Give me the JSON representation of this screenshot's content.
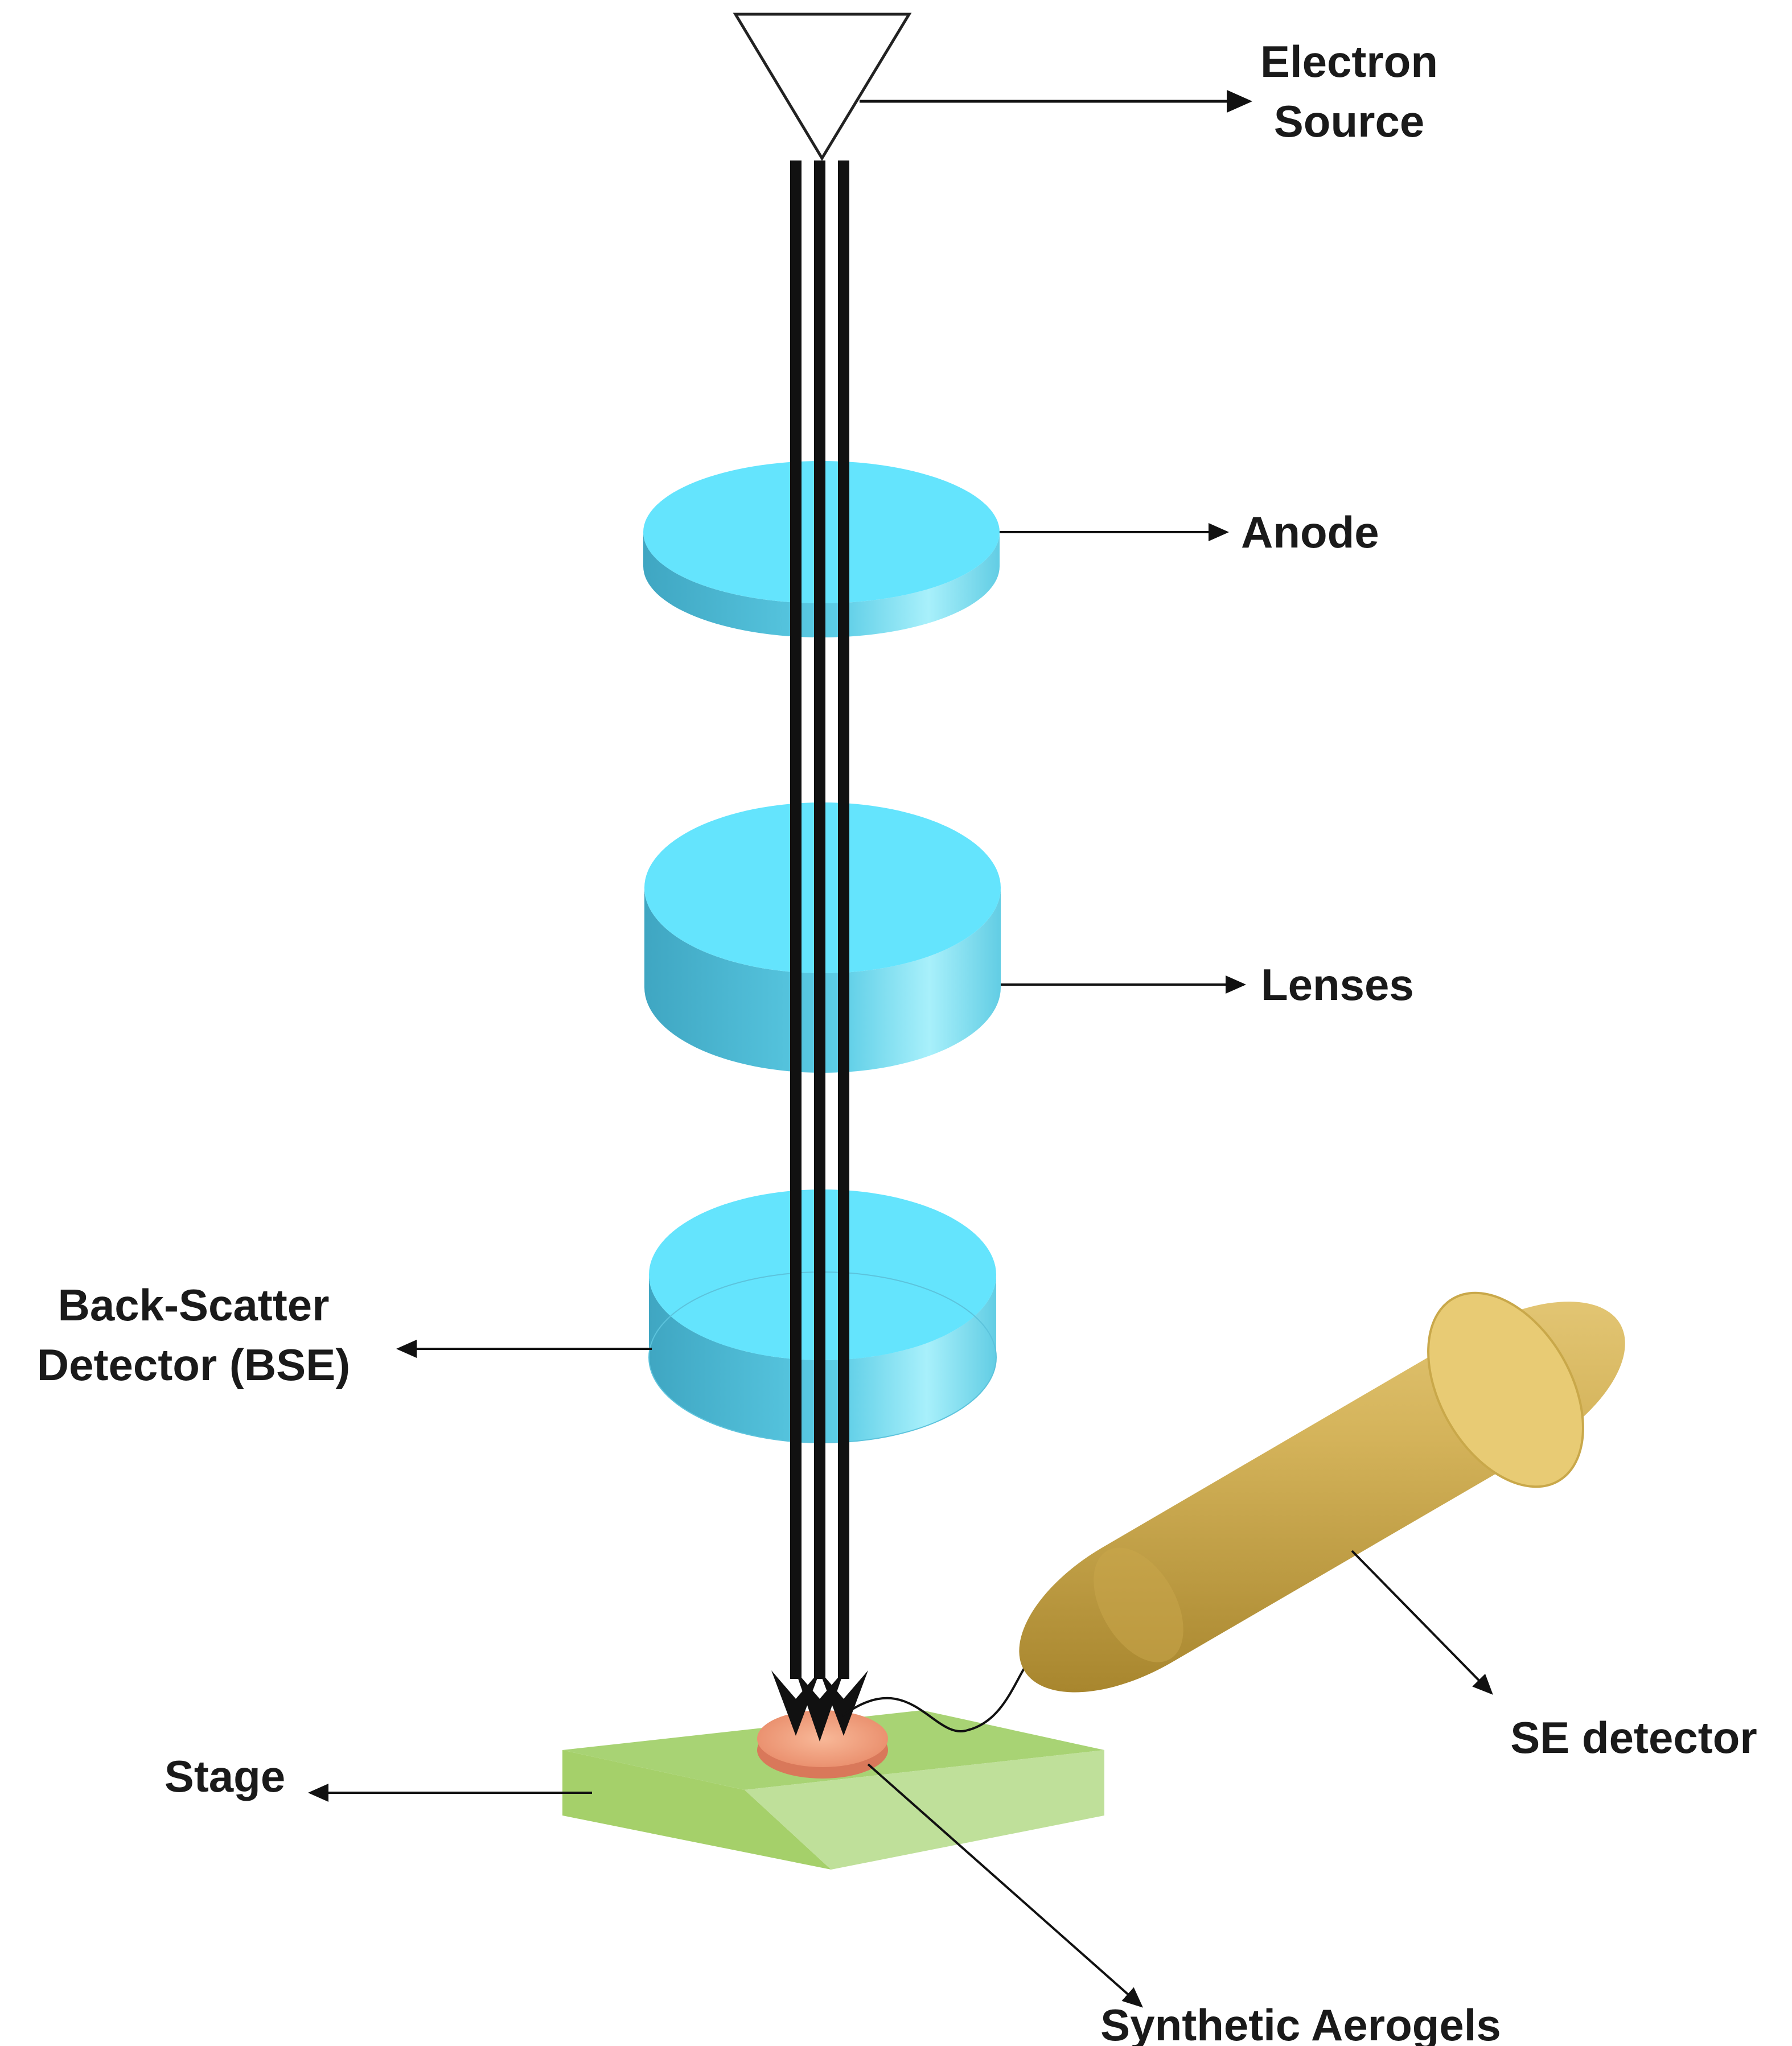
{
  "labels": {
    "electron_source_line1": "Electron",
    "electron_source_line2": "Source",
    "anode": "Anode",
    "lenses": "Lenses",
    "bse_line1": "Back-Scatter",
    "bse_line2": "Detector (BSE)",
    "se_detector": "SE detector",
    "stage": "Stage",
    "synthetic_aerogels": "Synthetic Aerogels"
  },
  "colors": {
    "disk_top": "#64e4fd",
    "disk_side": "#4fbdd8",
    "stage_top": "#aad57a",
    "stage_side": "#b9dd8f",
    "sample": "#f0a080",
    "detector_body": "#c9a84a",
    "detector_cap": "#e6c870",
    "beam": "#111111"
  }
}
